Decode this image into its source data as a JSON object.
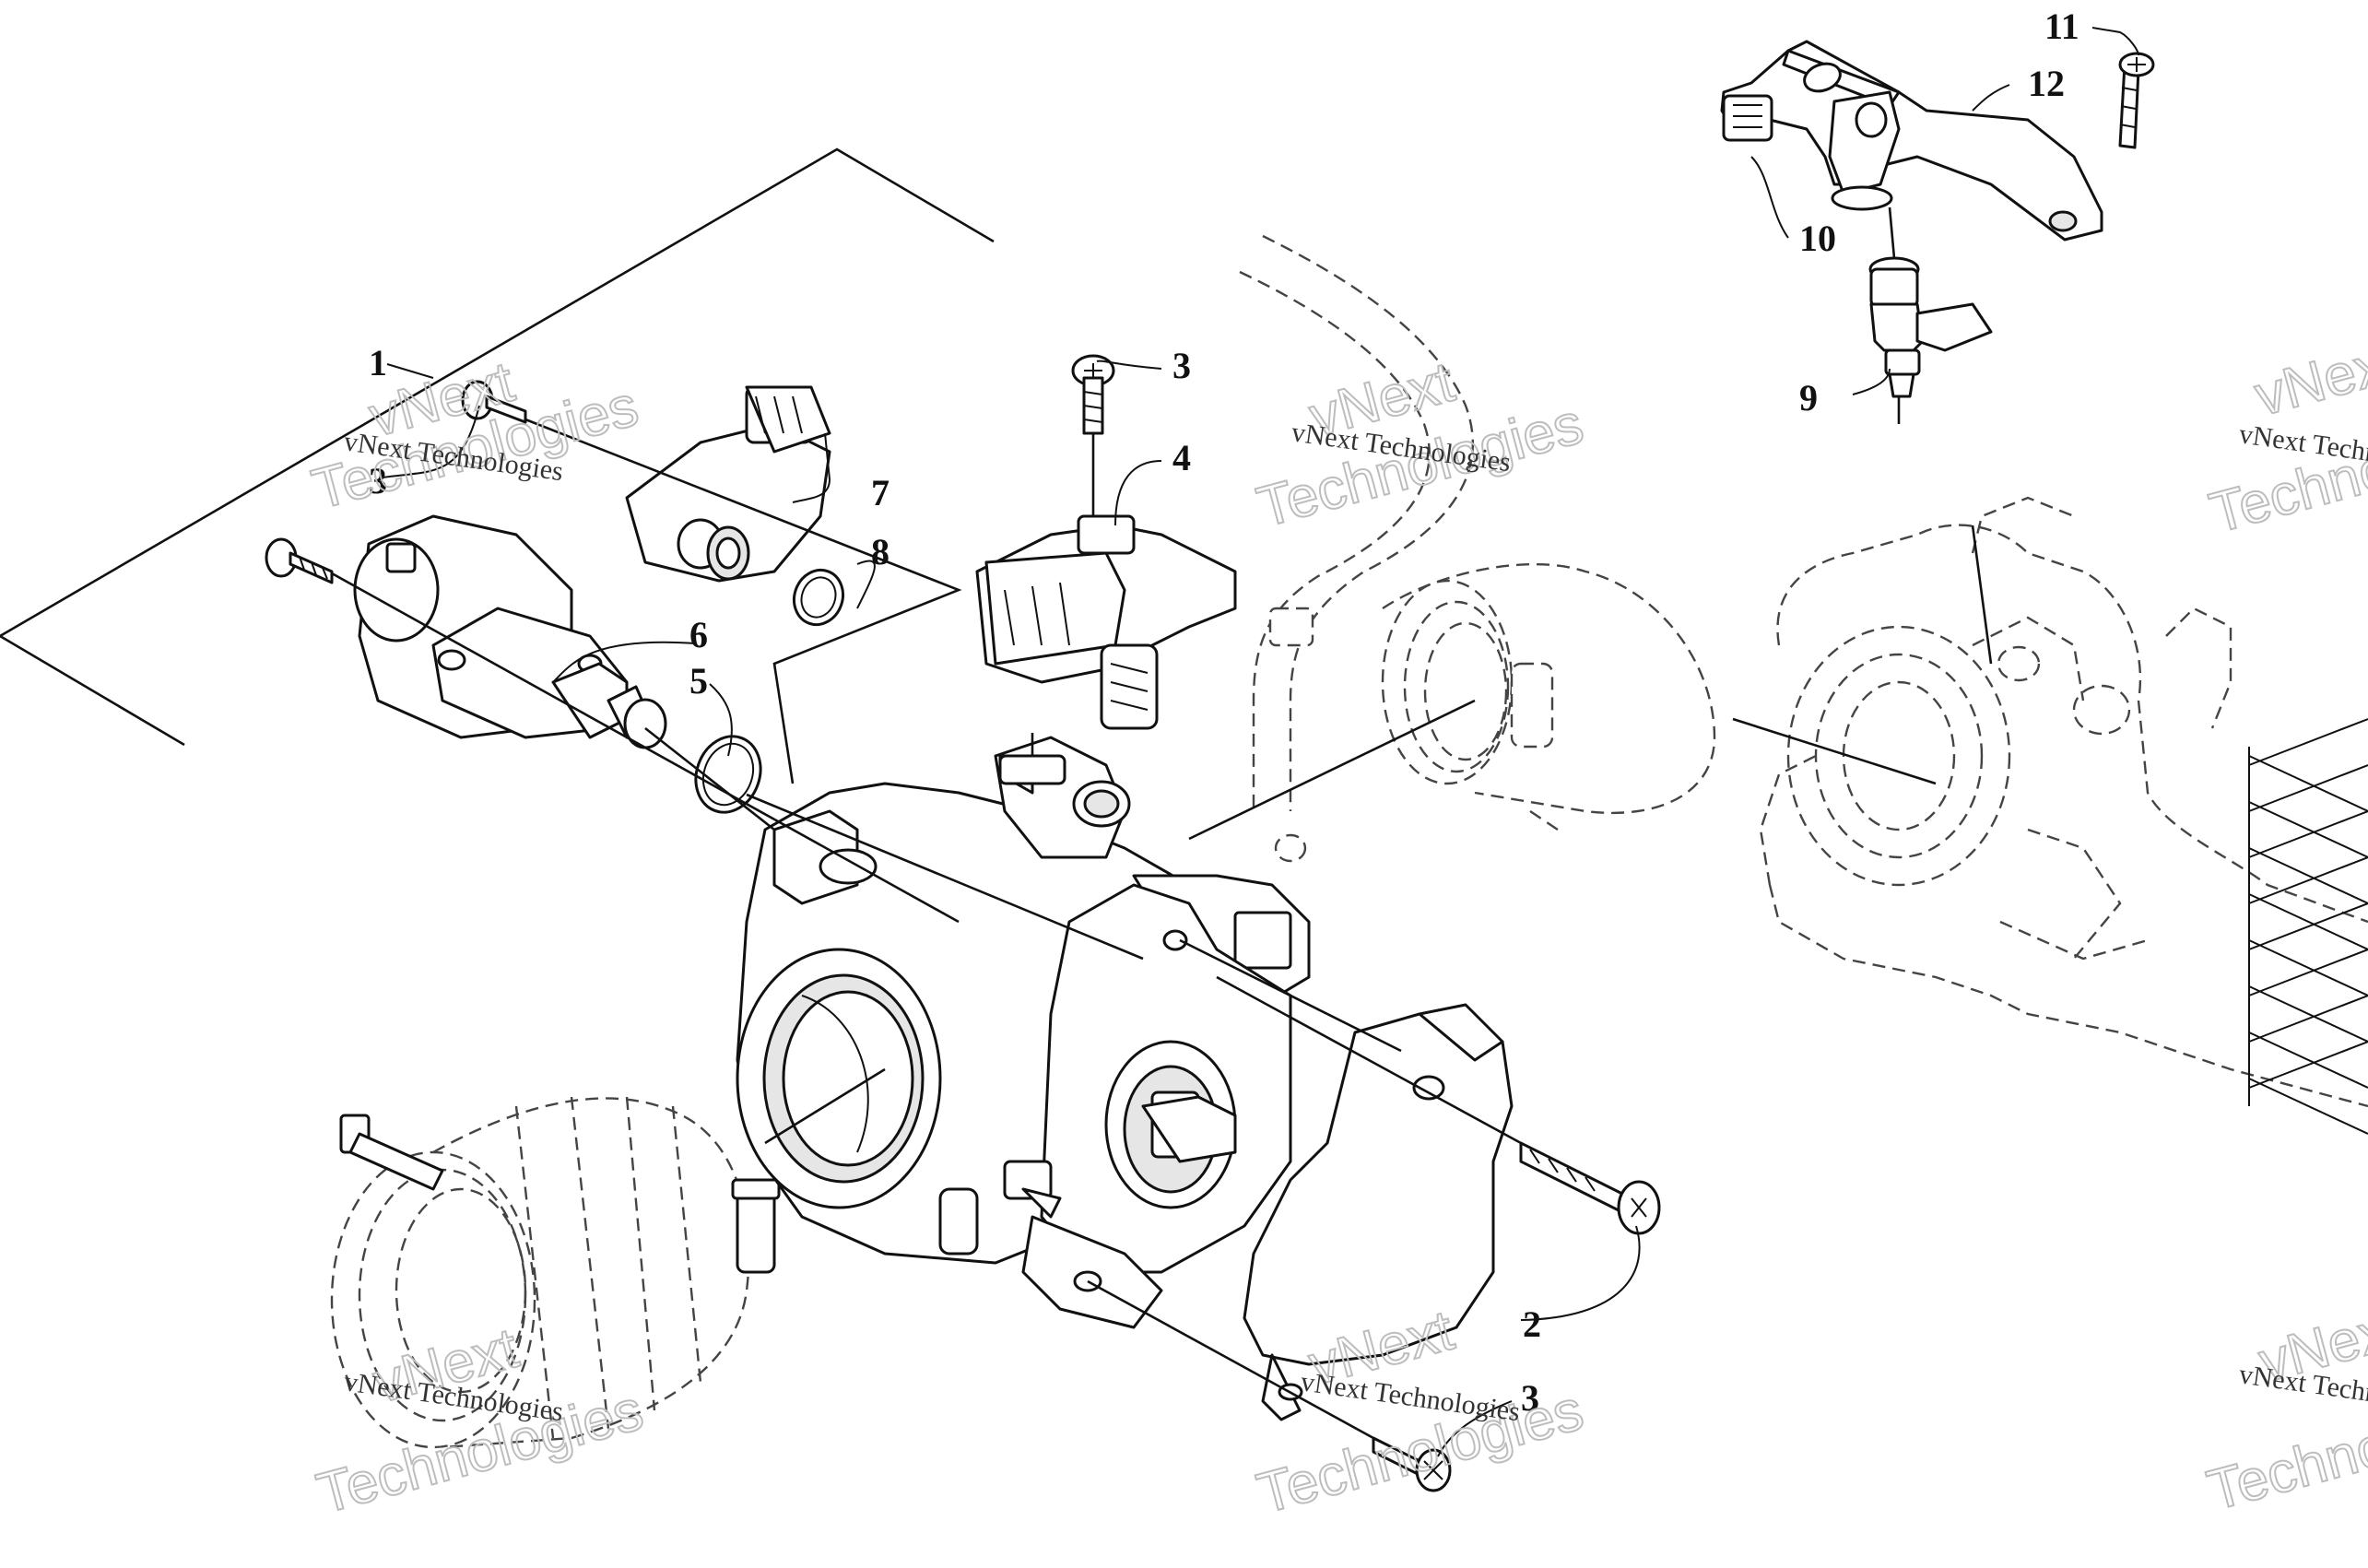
{
  "diagram": {
    "callouts": [
      {
        "id": "c1",
        "label": "1"
      },
      {
        "id": "c2",
        "label": "2"
      },
      {
        "id": "c3a",
        "label": "3"
      },
      {
        "id": "c3b",
        "label": "3"
      },
      {
        "id": "c3c",
        "label": "3"
      },
      {
        "id": "c4",
        "label": "4"
      },
      {
        "id": "c5",
        "label": "5"
      },
      {
        "id": "c6",
        "label": "6"
      },
      {
        "id": "c7",
        "label": "7"
      },
      {
        "id": "c8",
        "label": "8"
      },
      {
        "id": "c9",
        "label": "9"
      },
      {
        "id": "c10",
        "label": "10"
      },
      {
        "id": "c11",
        "label": "11"
      },
      {
        "id": "c12",
        "label": "12"
      }
    ],
    "watermark": {
      "line1": "vNext Technologies",
      "line2": "vNext",
      "line3": "Technologies"
    }
  }
}
